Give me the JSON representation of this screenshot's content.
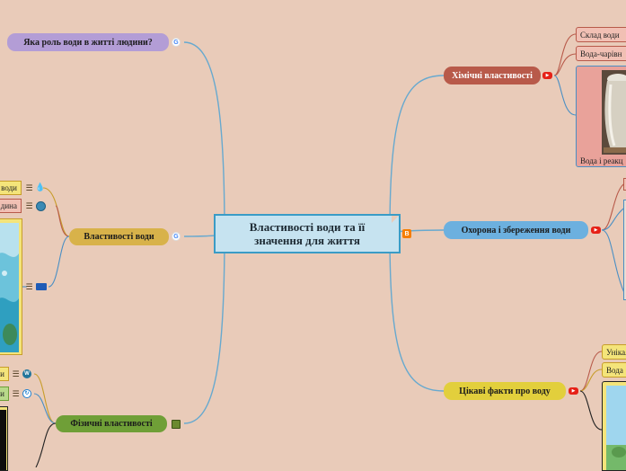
{
  "central": {
    "line1": "Властивості води та її",
    "line2": "значення для життя"
  },
  "colors": {
    "background": "#e9cbb9",
    "connector": "#67a9cf",
    "central_fill": "#c6e3f0",
    "central_border": "#3a9cc6"
  },
  "left_topics": [
    {
      "label": "Яка роль води в житті людини?",
      "color": "#b39dd6",
      "icon": "google-icon"
    },
    {
      "label": "Властивості води",
      "color": "#d8b24a",
      "icon": "google-icon"
    },
    {
      "label": "Фізичні властивості",
      "color": "#6f9f37",
      "icon": "square-icon"
    }
  ],
  "right_topics": [
    {
      "label": "Хімічні властивості",
      "color": "#b85a4a",
      "icon": "youtube-icon"
    },
    {
      "label": "Охорона і збереження води",
      "color": "#6cb0df",
      "icon": "youtube-icon"
    },
    {
      "label": "Цікаві факти про воду",
      "color": "#e2cf3c",
      "icon": "youtube-icon"
    }
  ],
  "chem_leaves": [
    "Склад води",
    "Вода-чарівн",
    "Вода і реакц"
  ],
  "facts_leaves": [
    "Унікал",
    "Вода"
  ],
  "props_leaves": [
    "води",
    "дина"
  ],
  "phys_leaves": [
    "и",
    "и"
  ]
}
